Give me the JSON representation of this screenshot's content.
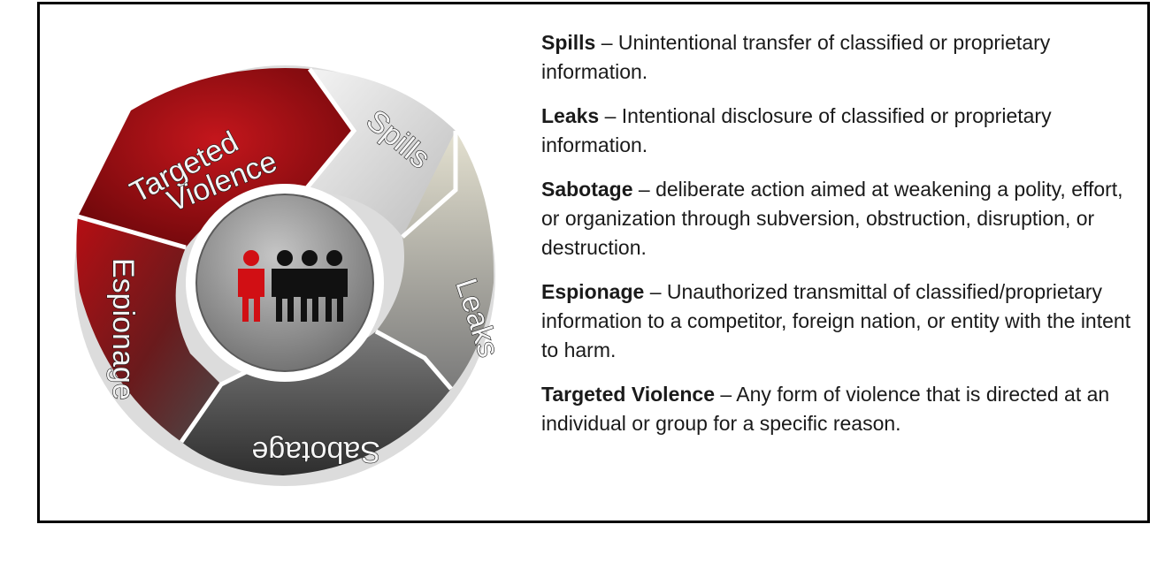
{
  "cycle": {
    "segments": [
      {
        "key": "spills",
        "label": "Spills"
      },
      {
        "key": "leaks",
        "label": "Leaks"
      },
      {
        "key": "sabotage",
        "label": "Sabotage"
      },
      {
        "key": "espionage",
        "label": "Espionage"
      },
      {
        "key": "targeted_violence",
        "label_lines": [
          "Targeted",
          "Violence"
        ]
      }
    ],
    "center_icon": "group-of-people-icon"
  },
  "colors": {
    "accent_red": "#b10f14",
    "dark_gray": "#4a4a4a",
    "light_gray": "#dcdcdc",
    "beige": "#d8d4c0"
  },
  "definitions": [
    {
      "term": "Spills",
      "text": " – Unintentional transfer of classified or proprietary information."
    },
    {
      "term": "Leaks",
      "text": " – Intentional disclosure of classified or proprietary information."
    },
    {
      "term": "Sabotage",
      "text": " – deliberate action aimed at weakening a polity, effort, or organization through subversion, obstruction, disruption, or destruction."
    },
    {
      "term": "Espionage",
      "text": " – Unauthorized transmittal of classified/proprietary information to a competitor, foreign nation, or entity with the intent to harm."
    },
    {
      "term": "Targeted Violence",
      "text": "  – Any form of violence that is directed at an individual or group for a specific reason."
    }
  ]
}
